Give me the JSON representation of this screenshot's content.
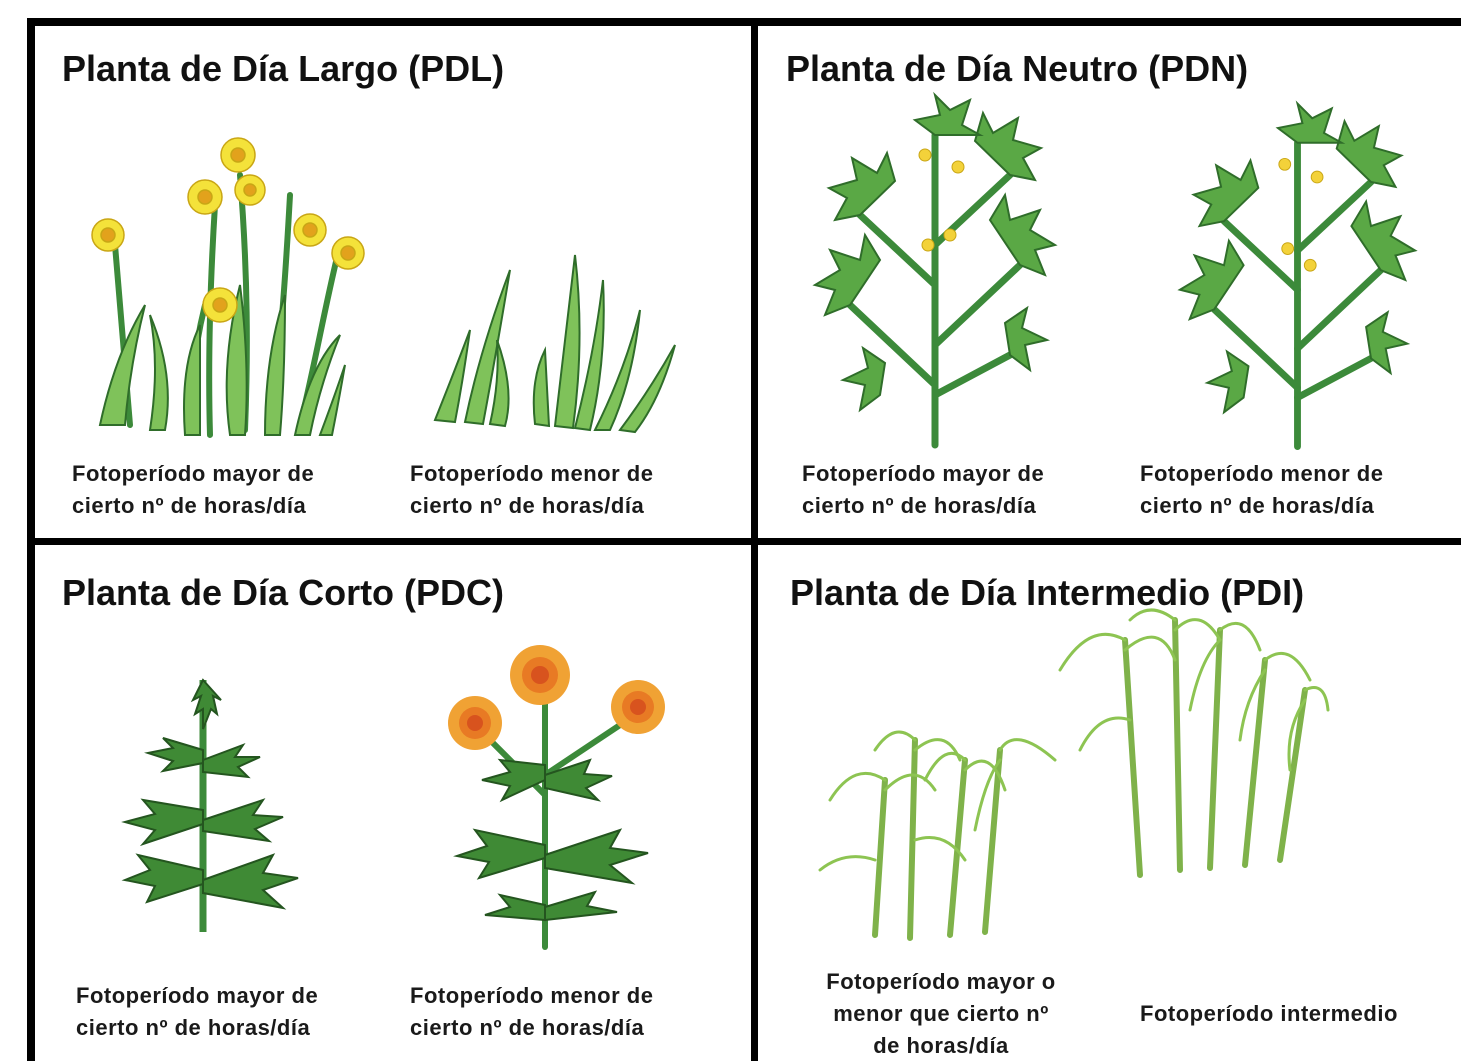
{
  "colors": {
    "stem": "#3c8a3a",
    "leaf_light": "#7fc25a",
    "leaf_dark": "#2f6d2a",
    "daffodil": "#f4e23a",
    "daffodil_center": "#e2a21c",
    "mum_outer": "#f0a234",
    "mum_inner": "#d8531e",
    "tomato_flower": "#f3d23a",
    "border": "#000000"
  },
  "panels": {
    "pdl": {
      "title": "Planta de Día Largo (PDL)",
      "caption_left": "Fotoperíodo mayor de\ncierto nº de horas/día",
      "caption_right": "Fotoperíodo menor de\ncierto nº de horas/día",
      "left_plant": "daffodil-flowering-icon",
      "right_plant": "daffodil-leaves-icon"
    },
    "pdn": {
      "title": "Planta de Día Neutro (PDN)",
      "caption_left": "Fotoperíodo mayor de\ncierto nº de horas/día",
      "caption_right": "Fotoperíodo menor de\ncierto nº de horas/día",
      "left_plant": "tomato-plant-icon",
      "right_plant": "tomato-plant-icon"
    },
    "pdc": {
      "title": "Planta de Día Corto (PDC)",
      "caption_left": "Fotoperíodo mayor de\ncierto nº de horas/día",
      "caption_right": "Fotoperíodo menor de\ncierto nº de horas/día",
      "left_plant": "chrysanthemum-leaves-icon",
      "right_plant": "chrysanthemum-flowering-icon"
    },
    "pdi": {
      "title": "Planta de Día Intermedio (PDI)",
      "caption_left": "Fotoperíodo mayor o\nmenor que cierto nº\nde horas/día",
      "caption_right": "Fotoperíodo intermedio",
      "left_plant": "sugarcane-short-icon",
      "right_plant": "sugarcane-tall-icon"
    }
  }
}
